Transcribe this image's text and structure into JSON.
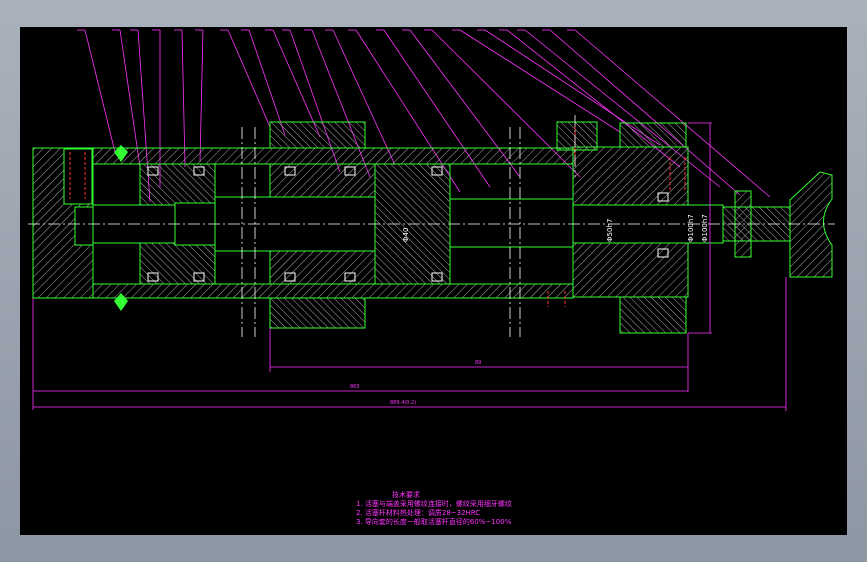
{
  "drawing": {
    "colors": {
      "outline": "#33ff33",
      "dimension": "#ff33ff",
      "leader": "#ff33ff",
      "centerline": "#ffffff",
      "hatch": "#b0b0b0",
      "hidden": "#ff3333",
      "background": "#000000"
    },
    "dimensions": {
      "inner_span": "89",
      "mid_span": "865",
      "total_span": "889.4(0.2)"
    },
    "callouts": {
      "d1": "Φ40",
      "d2": "Φ50h7",
      "d3": "Φ100h7",
      "d4": "Φ100h7"
    },
    "leader_count": 20
  },
  "notes": {
    "title": "技术要求",
    "items": [
      "1. 活塞与端盖采用螺纹连接时，螺纹采用细牙螺纹",
      "2. 活塞杆材料热处理：调质28~32HRC",
      "3. 导向套的长度一般取活塞杆直径的60%~100%"
    ]
  }
}
